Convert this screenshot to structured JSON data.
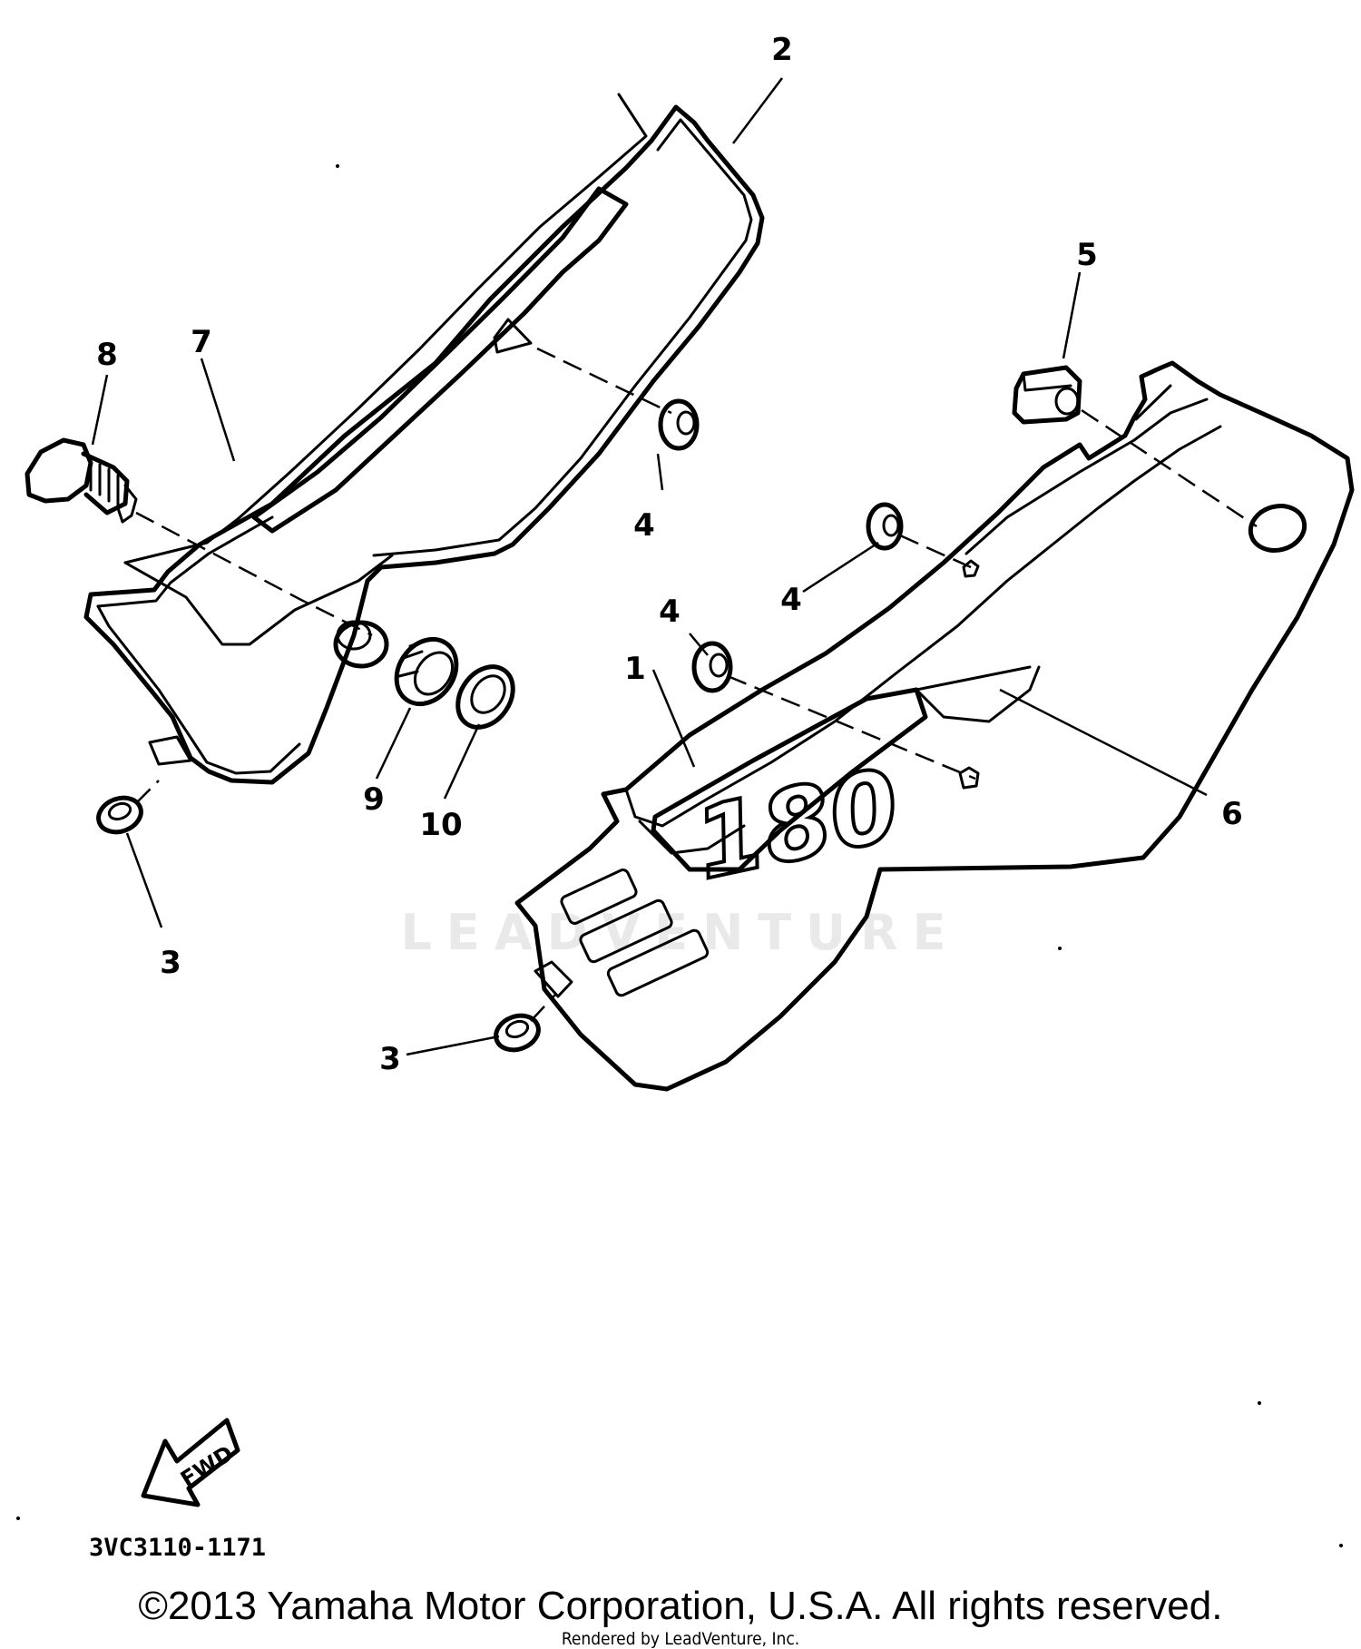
{
  "watermark": "LEADVENTURE",
  "callouts": {
    "c1": "1",
    "c2": "2",
    "c3a": "3",
    "c3b": "3",
    "c4a": "4",
    "c4b": "4",
    "c4c": "4",
    "c5": "5",
    "c6": "6",
    "c7": "7",
    "c8": "8",
    "c9": "9",
    "c10": "10"
  },
  "decal_text": "180",
  "fwd_label": "FWD",
  "diagram_code": "3VC3110-1171",
  "copyright": "©2013 Yamaha Motor Corporation, U.S.A. All rights reserved.",
  "renderer": "Rendered by LeadVenture, Inc."
}
